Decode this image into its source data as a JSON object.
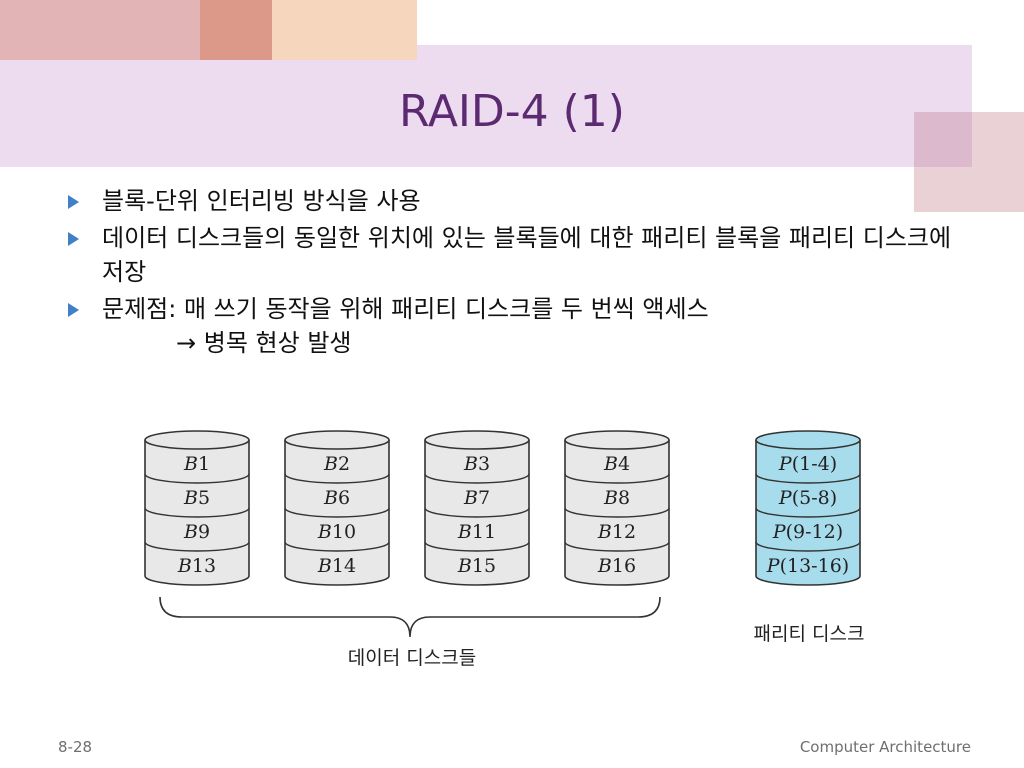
{
  "slide": {
    "title": "RAID-4 (1)",
    "bullets": [
      {
        "text": "블록-단위 인터리빙 방식을 사용"
      },
      {
        "text": "데이터 디스크들의 동일한 위치에 있는 블록들에 대한 패리티 블록을 패리티 디스크에 저장"
      },
      {
        "text": "문제점: 매 쓰기 동작을 위해 패리티 디스크를 두 번씩 액세스",
        "sub_arrow": "→",
        "sub_text": "병목 현상 발생"
      }
    ],
    "footer_left": "8-28",
    "footer_right": "Computer Architecture"
  },
  "diagram": {
    "data_disks": [
      {
        "blocks": [
          "B1",
          "B5",
          "B9",
          "B13"
        ]
      },
      {
        "blocks": [
          "B2",
          "B6",
          "B10",
          "B14"
        ]
      },
      {
        "blocks": [
          "B3",
          "B7",
          "B11",
          "B15"
        ]
      },
      {
        "blocks": [
          "B4",
          "B8",
          "B12",
          "B16"
        ]
      }
    ],
    "parity_disk": {
      "blocks": [
        "P(1-4)",
        "P(5-8)",
        "P(9-12)",
        "P(13-16)"
      ]
    },
    "data_disks_label": "데이터 디스크들",
    "parity_disk_label": "패리티 디스크",
    "colors": {
      "data_fill": "#e8e8e8",
      "parity_fill": "#a7dcec",
      "outline": "#333333"
    }
  }
}
